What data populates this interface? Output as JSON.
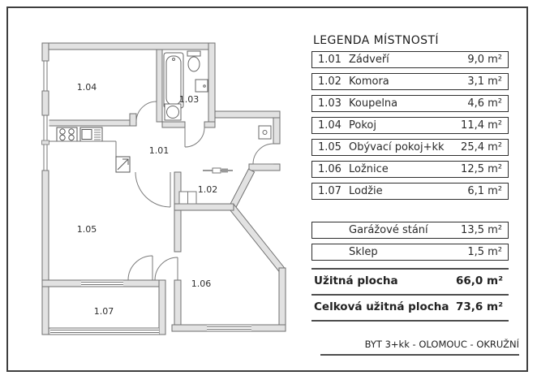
{
  "page": {
    "background": "#ffffff",
    "frame_color": "#3f3f3f",
    "wall_fill": "#e2e2e2",
    "wall_outline": "#6f6f6f"
  },
  "legend": {
    "title": "LEGENDA MÍSTNOSTÍ",
    "rooms": [
      {
        "num": "1.01",
        "name": "Zádveří",
        "area": "9,0 m²"
      },
      {
        "num": "1.02",
        "name": "Komora",
        "area": "3,1 m²"
      },
      {
        "num": "1.03",
        "name": "Koupelna",
        "area": "4,6 m²"
      },
      {
        "num": "1.04",
        "name": "Pokoj",
        "area": "11,4 m²"
      },
      {
        "num": "1.05",
        "name": "Obývací pokoj+kk",
        "area": "25,4 m²"
      },
      {
        "num": "1.06",
        "name": "Ložnice",
        "area": "12,5 m²"
      },
      {
        "num": "1.07",
        "name": "Lodžie",
        "area": "6,1 m²"
      }
    ],
    "extras": [
      {
        "name": "Garážové stání",
        "area": "13,5 m²"
      },
      {
        "name": "Sklep",
        "area": "1,5 m²"
      }
    ],
    "totals": [
      {
        "name": "Užitná plocha",
        "area": "66,0 m²"
      },
      {
        "name": "Celková užitná plocha",
        "area": "73,6 m²"
      }
    ],
    "footer": "BYT 3+kk - OLOMOUC - OKRUŽNÍ"
  },
  "plan": {
    "labels": [
      {
        "text": "1.01"
      },
      {
        "text": "1.02"
      },
      {
        "text": "1.03"
      },
      {
        "text": "1.04"
      },
      {
        "text": "1.05"
      },
      {
        "text": "1.06"
      },
      {
        "text": "1.07"
      }
    ]
  }
}
